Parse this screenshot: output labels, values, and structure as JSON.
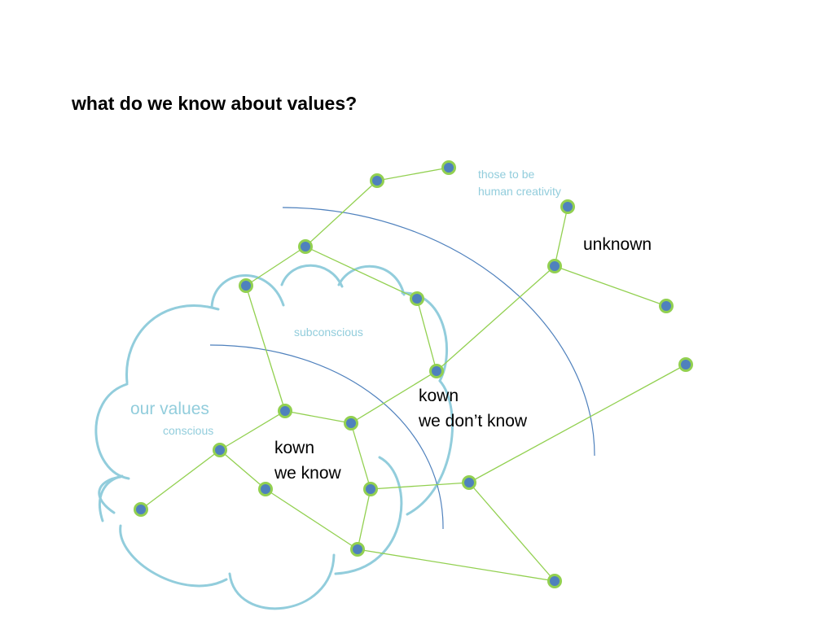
{
  "title": "what do we know about values?",
  "labels": {
    "those_to_be": "those to be",
    "human_creativity": "human creativity",
    "unknown": "unknown",
    "subconscious": "subconscious",
    "our_values": "our values",
    "conscious": "conscious",
    "known_unknown_line1": "kown",
    "known_unknown_line2": "we don’t know",
    "known_known_line1": "kown",
    "known_known_line2": "we know"
  },
  "colors": {
    "cloud": "#92cddc",
    "arc": "#4f81bd",
    "link": "#92d050",
    "node_fill": "#4f81bd",
    "node_ring": "#92d050",
    "text_dark": "#000000",
    "text_light": "#92cddc"
  }
}
